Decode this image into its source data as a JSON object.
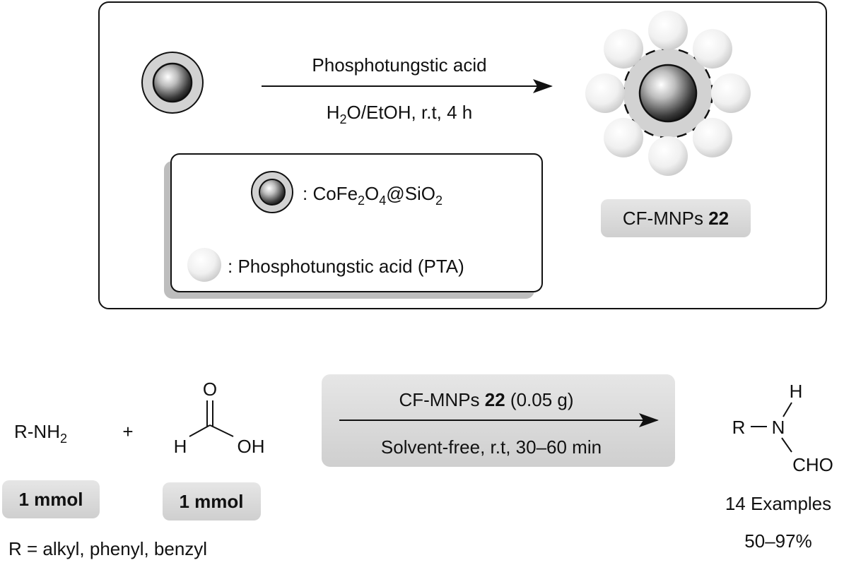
{
  "top_scheme": {
    "reagent": "Phosphotungstic acid",
    "conditions": {
      "p1": "H",
      "sub": "2",
      "p2": "O/EtOH, r.t, 4 h"
    },
    "product_label": {
      "name": "CF-MNPs ",
      "number": "22"
    },
    "legend": {
      "core_shell": {
        "p1": ": CoFe",
        "s1": "2",
        "p2": "O",
        "s2": "4",
        "p3": "@SiO",
        "s3": "2"
      },
      "pta": ": Phosphotungstic acid (PTA)"
    }
  },
  "bottom_scheme": {
    "amine": {
      "p1": "R-NH",
      "sub": "2"
    },
    "plus": "+",
    "formic_acid": {
      "o": "O",
      "h": "H",
      "oh": "OH"
    },
    "amounts": [
      "1 mmol",
      "1 mmol"
    ],
    "r_definition": "R = alkyl, phenyl, benzyl",
    "catalyst": {
      "name": "CF-MNPs ",
      "number": "22",
      "amount": " (0.05 g)"
    },
    "conditions": "Solvent-free, r.t, 30–60 min",
    "product": {
      "r": "R",
      "n": "N",
      "h": "H",
      "cho": "CHO"
    },
    "examples": "14 Examples",
    "yield": "50–97%"
  }
}
